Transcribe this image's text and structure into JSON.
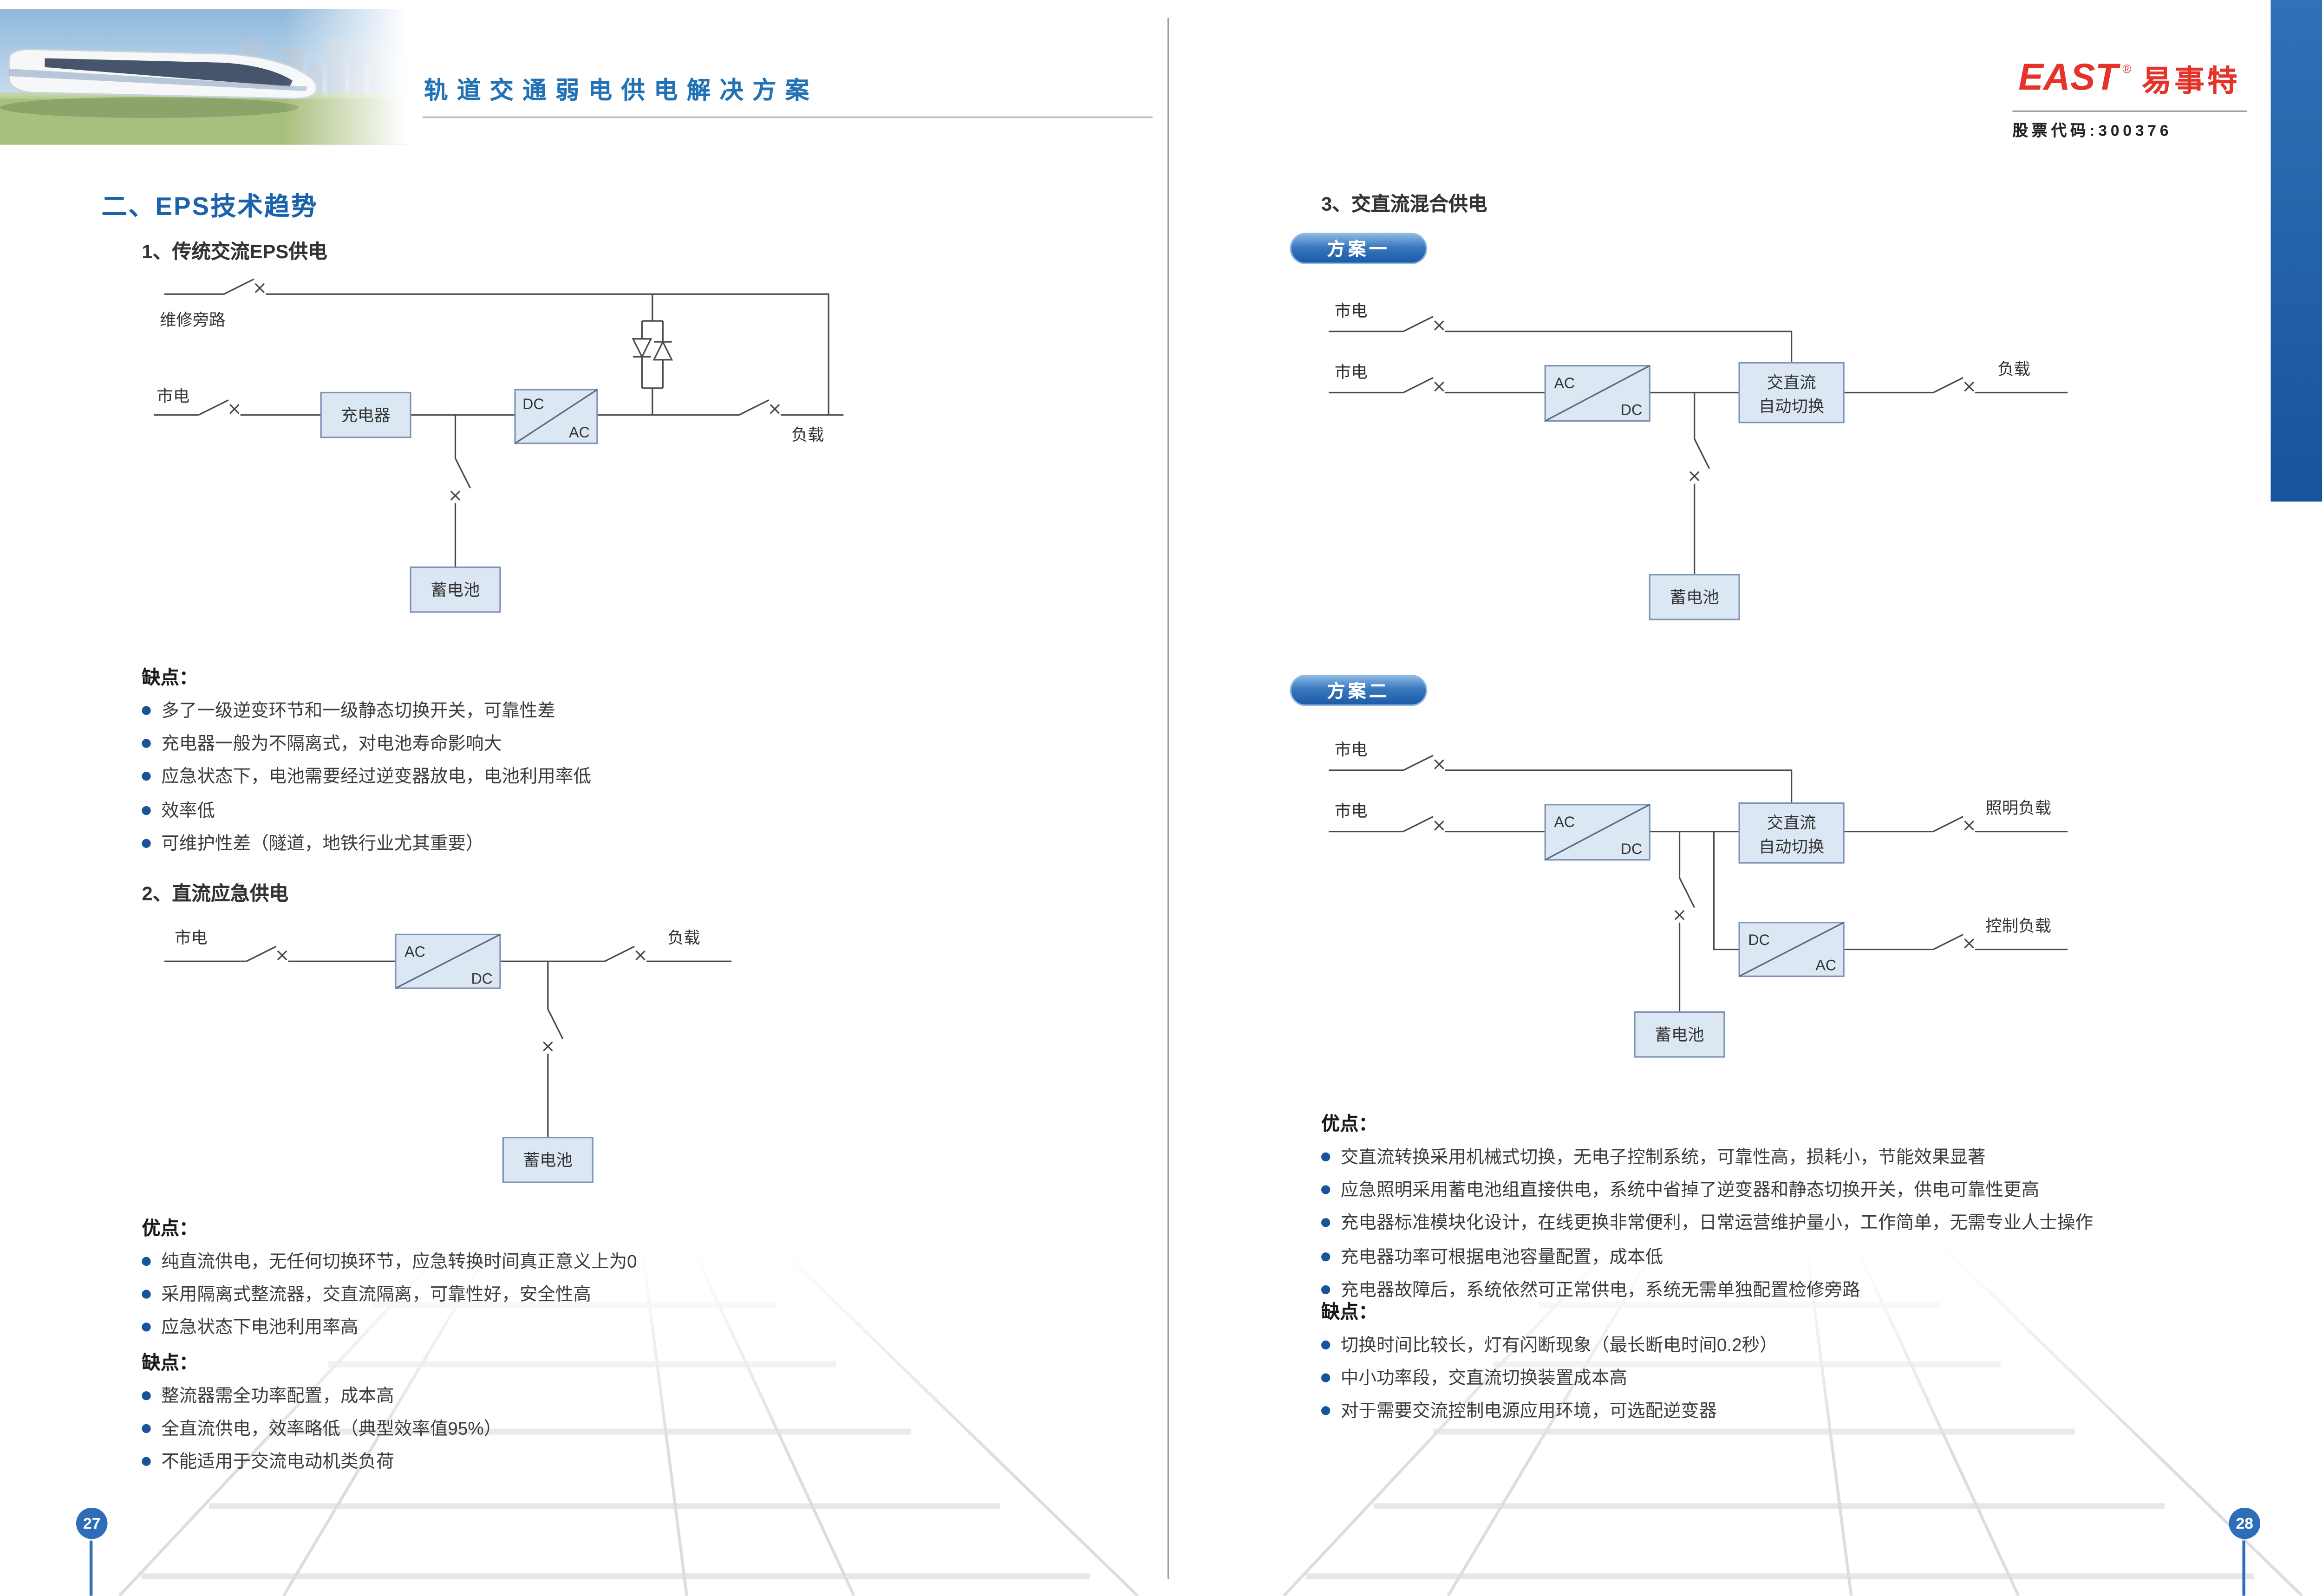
{
  "header": {
    "title": "轨道交通弱电供电解决方案",
    "brand": "EAST",
    "brand_reg": "®",
    "brand_cn": "易事特",
    "stock_code": "股票代码:300376"
  },
  "left_page": {
    "page_number": "27",
    "section_title": "二、EPS技术趋势",
    "sub1": {
      "title": "1、传统交流EPS供电",
      "diagram": {
        "bypass": "维修旁路",
        "mains": "市电",
        "charger": "充电器",
        "inv_in": "DC",
        "inv_out": "AC",
        "load": "负载",
        "battery": "蓄电池"
      },
      "cons_label": "缺点：",
      "cons": [
        "多了一级逆变环节和一级静态切换开关，可靠性差",
        "充电器一般为不隔离式，对电池寿命影响大",
        "应急状态下，电池需要经过逆变器放电，电池利用率低",
        "效率低",
        "可维护性差（隧道，地铁行业尤其重要）"
      ]
    },
    "sub2": {
      "title": "2、直流应急供电",
      "diagram": {
        "mains": "市电",
        "rect_in": "AC",
        "rect_out": "DC",
        "load": "负载",
        "battery": "蓄电池"
      },
      "pros_label": "优点：",
      "pros": [
        "纯直流供电，无任何切换环节，应急转换时间真正意义上为0",
        "采用隔离式整流器，交直流隔离，可靠性好，安全性高",
        "应急状态下电池利用率高"
      ],
      "cons_label": "缺点：",
      "cons": [
        "整流器需全功率配置，成本高",
        "全直流供电，效率略低（典型效率值95%）",
        "不能适用于交流电动机类负荷"
      ]
    }
  },
  "right_page": {
    "page_number": "28",
    "section_title": "3、交直流混合供电",
    "scheme1": {
      "badge": "方案一",
      "diagram": {
        "mains1": "市电",
        "mains2": "市电",
        "rect_in": "AC",
        "rect_out": "DC",
        "switch_line1": "交直流",
        "switch_line2": "自动切换",
        "load": "负载",
        "battery": "蓄电池"
      }
    },
    "scheme2": {
      "badge": "方案二",
      "diagram": {
        "mains1": "市电",
        "mains2": "市电",
        "rect_in": "AC",
        "rect_out": "DC",
        "switch_line1": "交直流",
        "switch_line2": "自动切换",
        "load_lighting": "照明负载",
        "inv_in": "DC",
        "inv_out": "AC",
        "load_control": "控制负载",
        "battery": "蓄电池"
      }
    },
    "pros_label": "优点：",
    "pros": [
      "交直流转换采用机械式切换，无电子控制系统，可靠性高，损耗小，节能效果显著",
      "应急照明采用蓄电池组直接供电，系统中省掉了逆变器和静态切换开关，供电可靠性更高",
      "充电器标准模块化设计，在线更换非常便利，日常运营维护量小，工作简单，无需专业人士操作",
      "充电器功率可根据电池容量配置，成本低",
      "充电器故障后，系统依然可正常供电，系统无需单独配置检修旁路"
    ],
    "cons_label": "缺点：",
    "cons": [
      "切换时间比较长，灯有闪断现象（最长断电时间0.2秒）",
      "中小功率段，交直流切换装置成本高",
      "对于需要交流控制电源应用环境，可选配逆变器"
    ]
  }
}
